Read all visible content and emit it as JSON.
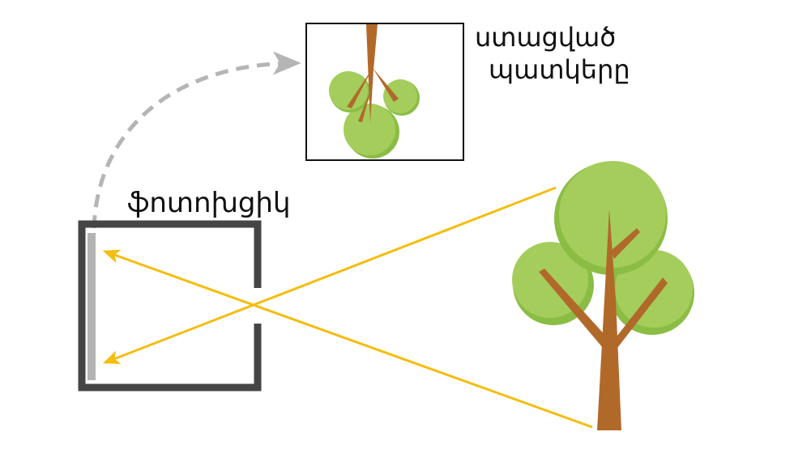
{
  "labels": {
    "camera": "ֆոտոխցիկ",
    "result_line1": "ստացված",
    "result_line2": "պատկերը"
  },
  "colors": {
    "ray": "#f4bd10",
    "camera_frame": "#454545",
    "film": "#b3b3b3",
    "leaf_light": "#a5cd5c",
    "leaf_dark": "#8bbd45",
    "trunk": "#b1692a",
    "dashed_arrow": "#b5b5b5"
  }
}
